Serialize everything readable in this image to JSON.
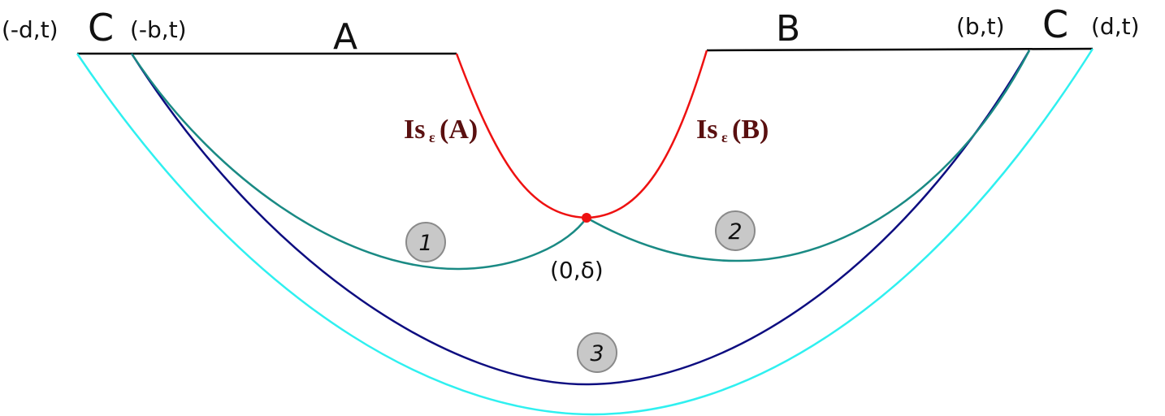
{
  "diagram": {
    "colors": {
      "boundary": "#000000",
      "isosurface": "#ee1111",
      "curve_teal": "#1a8a84",
      "curve_navy": "#0d0d80",
      "curve_cyan": "#2ff0f0",
      "point": "#ee1111"
    },
    "points": {
      "minus_d": "(-d,t)",
      "minus_b": "(-b,t)",
      "plus_b": "(b,t)",
      "plus_d": "(d,t)",
      "origin": "(0,δ)"
    },
    "regions": {
      "c_left": "C",
      "a": "A",
      "b": "B",
      "c_right": "C"
    },
    "isosurfaces": {
      "a_main": "Is",
      "a_sub": "ε",
      "a_arg": "(A)",
      "b_main": "Is",
      "b_sub": "ε",
      "b_arg": "(B)"
    },
    "badges": {
      "one": "1",
      "two": "2",
      "three": "3"
    }
  }
}
